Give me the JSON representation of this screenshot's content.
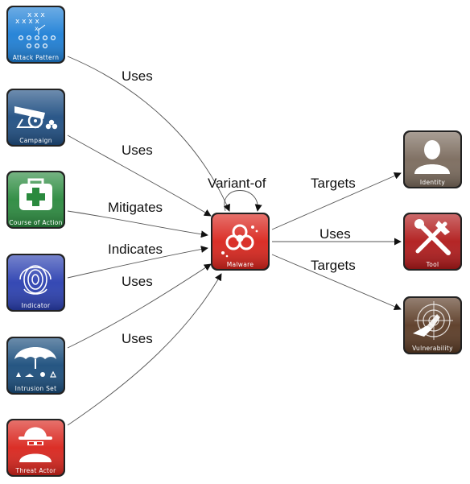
{
  "nodes": {
    "attack_pattern": {
      "label": "Attack Pattern",
      "icon": "play-diagram-icon",
      "color": "#1d7fd6"
    },
    "campaign": {
      "label": "Campaign",
      "icon": "cannon-icon",
      "color": "#1f4e82"
    },
    "course_of_action": {
      "label": "Course of Action",
      "icon": "first-aid-kit-icon",
      "color": "#2a8a3e"
    },
    "indicator": {
      "label": "Indicator",
      "icon": "fingerprint-icon",
      "color": "#2a3fb0"
    },
    "intrusion_set": {
      "label": "Intrusion Set",
      "icon": "umbrella-icon",
      "color": "#1a4d7c"
    },
    "threat_actor": {
      "label": "Threat Actor",
      "icon": "hooded-figure-icon",
      "color": "#d9241c"
    },
    "malware": {
      "label": "Malware",
      "icon": "biohazard-icon",
      "color": "#d9241c"
    },
    "identity": {
      "label": "Identity",
      "icon": "person-silhouette-icon",
      "color": "#7a6a5c"
    },
    "tool": {
      "label": "Tool",
      "icon": "crossed-tools-icon",
      "color": "#b0191a"
    },
    "vulnerability": {
      "label": "Vulnerability",
      "icon": "target-cracked-icon",
      "color": "#5a3a24"
    }
  },
  "edges": {
    "attack_pattern_uses": "Uses",
    "campaign_uses": "Uses",
    "course_of_action_mitigates": "Mitigates",
    "indicator_indicates": "Indicates",
    "intrusion_set_uses": "Uses",
    "threat_actor_uses": "Uses",
    "malware_variant_of": "Variant-of",
    "malware_targets_identity": "Targets",
    "malware_uses_tool": "Uses",
    "malware_targets_vulnerability": "Targets"
  }
}
